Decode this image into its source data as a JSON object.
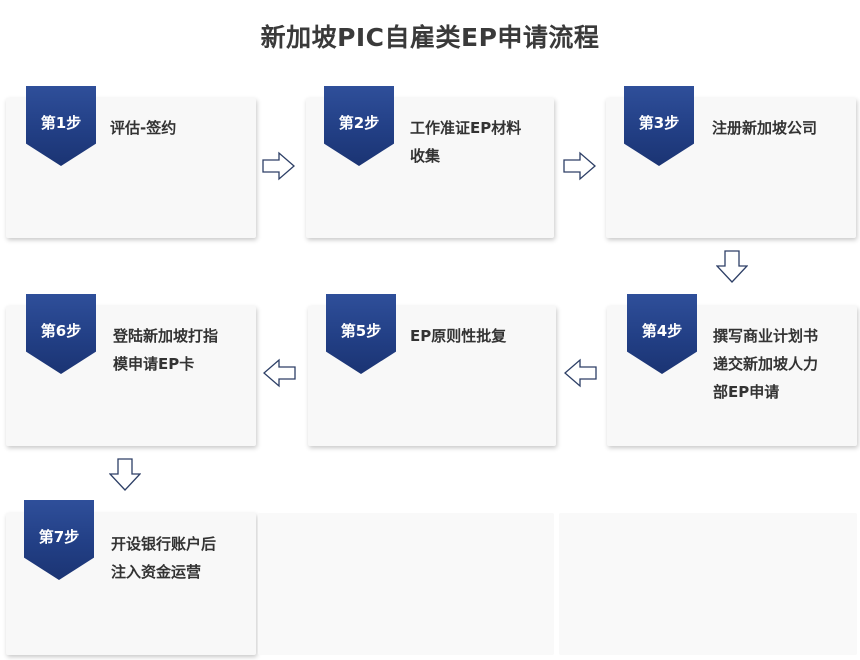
{
  "title": "新加坡PIC自雇类EP申请流程",
  "steps": [
    {
      "label": "第1步",
      "text": "评估-签约"
    },
    {
      "label": "第2步",
      "text": "工作准证EP材料\n收集"
    },
    {
      "label": "第3步",
      "text": "注册新加坡公司"
    },
    {
      "label": "第4步",
      "text": "撰写商业计划书\n递交新加坡人力\n部EP申请"
    },
    {
      "label": "第5步",
      "text": "EP原则性批复"
    },
    {
      "label": "第6步",
      "text": "登陆新加坡打指\n模申请EP卡"
    },
    {
      "label": "第7步",
      "text": "开设银行账户后\n注入资金运营"
    }
  ],
  "colors": {
    "badge": "#223f85",
    "arrow_stroke": "#2d3f66",
    "card_bg": "#f8f8f8",
    "title": "#3a3a3a"
  }
}
